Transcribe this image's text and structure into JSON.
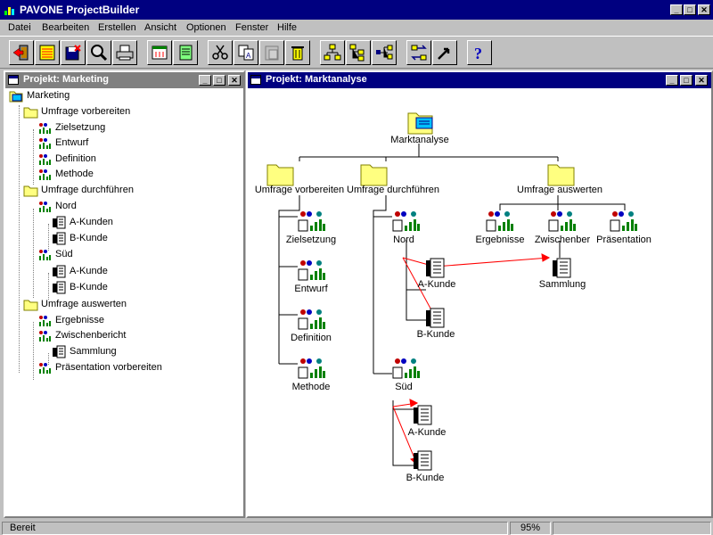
{
  "app": {
    "title": "PAVONE ProjectBuilder"
  },
  "menu": [
    "Datei",
    "Bearbeiten",
    "Erstellen",
    "Ansicht",
    "Optionen",
    "Fenster",
    "Hilfe"
  ],
  "toolbar_icons": [
    "exit-icon",
    "list-icon",
    "save-icon",
    "zoom-icon",
    "print-icon",
    "calendar-icon",
    "notes-icon",
    "cut-icon",
    "copy-icon",
    "paste-icon",
    "delete-icon",
    "org-chart-icon",
    "tree-icon",
    "flow-icon",
    "exchange-icon",
    "pointer-icon",
    "help-icon"
  ],
  "left_window": {
    "title": "Projekt: Marketing",
    "tree": {
      "root": "Marketing",
      "g1": "Umfrage vorbereiten",
      "g1a": "Zielsetzung",
      "g1b": "Entwurf",
      "g1c": "Definition",
      "g1d": "Methode",
      "g2": "Umfrage durchführen",
      "g2a": "Nord",
      "g2a1": "A-Kunden",
      "g2a2": "B-Kunde",
      "g2b": "Süd",
      "g2b1": "A-Kunde",
      "g2b2": "B-Kunde",
      "g3": "Umfrage auswerten",
      "g3a": "Ergebnisse",
      "g3b": "Zwischenbericht",
      "g3b1": "Sammlung",
      "g3c": "Präsentation vorbereiten"
    }
  },
  "right_window": {
    "title": "Projekt: Marktanalyse",
    "diagram": {
      "root": "Marktanalyse",
      "g1": "Umfrage vorbereiten",
      "g2": "Umfrage durchführen",
      "g3": "Umfrage auswerten",
      "g1a": "Zielsetzung",
      "g1b": "Entwurf",
      "g1c": "Definition",
      "g1d": "Methode",
      "g2a": "Nord",
      "g2a1": "A-Kunde",
      "g2a2": "B-Kunde",
      "g2b": "Süd",
      "g2b1": "A-Kunde",
      "g2b2": "B-Kunde",
      "g3a": "Ergebnisse",
      "g3b": "Zwischenber",
      "g3c": "Präsentation",
      "g3b1": "Sammlung"
    }
  },
  "status": {
    "text": "Bereit",
    "zoom": "95%"
  },
  "colors": {
    "titlebar": "#000080",
    "inactive_title": "#808080",
    "arrow": "#ff0000"
  }
}
